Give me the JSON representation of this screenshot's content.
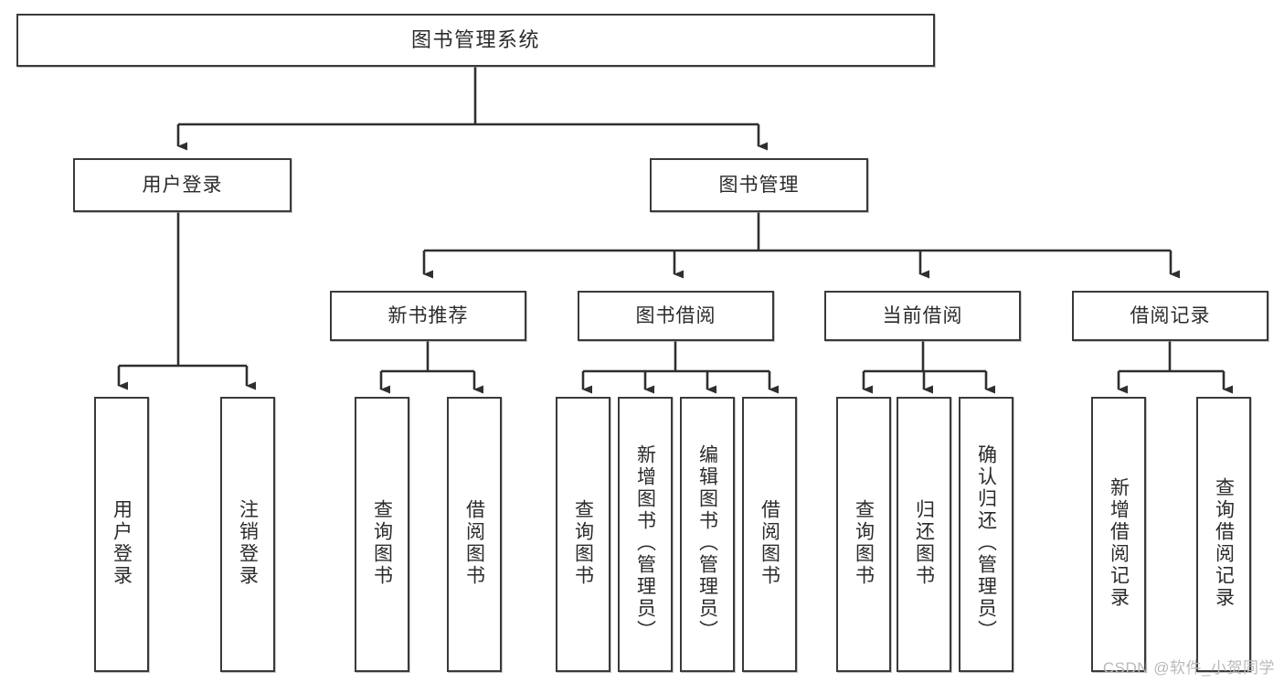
{
  "diagram": {
    "type": "tree-hierarchy-chart",
    "title": "图书管理系统",
    "watermark": "CSDN @软件_小贺同学",
    "colors": {
      "box_border": "#3a3a3a",
      "box_fill": "#ffffff",
      "edge": "#2f2f2f",
      "text": "#2b2b2b",
      "watermark": "#b9b9b9",
      "background": "#ffffff"
    },
    "nodes": {
      "root": {
        "label": "图书管理系统"
      },
      "level1": [
        {
          "id": "user-login",
          "label": "用户登录"
        },
        {
          "id": "book-management",
          "label": "图书管理"
        }
      ],
      "level2": [
        {
          "id": "new-book-recommend",
          "label": "新书推荐"
        },
        {
          "id": "book-borrow",
          "label": "图书借阅"
        },
        {
          "id": "current-borrow",
          "label": "当前借阅"
        },
        {
          "id": "borrow-record",
          "label": "借阅记录"
        }
      ],
      "leaves": [
        {
          "id": "leaf-user-login",
          "parent": "user-login",
          "label": "用户登录"
        },
        {
          "id": "leaf-logout-login",
          "parent": "user-login",
          "label": "注销登录"
        },
        {
          "id": "leaf-query-book-1",
          "parent": "new-book-recommend",
          "label": "查询图书"
        },
        {
          "id": "leaf-borrow-book-1",
          "parent": "new-book-recommend",
          "label": "借阅图书"
        },
        {
          "id": "leaf-query-book-2",
          "parent": "book-borrow",
          "label": "查询图书"
        },
        {
          "id": "leaf-add-book",
          "parent": "book-borrow",
          "label": "新增图书（管理员）"
        },
        {
          "id": "leaf-edit-book",
          "parent": "book-borrow",
          "label": "编辑图书（管理员）"
        },
        {
          "id": "leaf-borrow-book-2",
          "parent": "book-borrow",
          "label": "借阅图书"
        },
        {
          "id": "leaf-query-book-3",
          "parent": "current-borrow",
          "label": "查询图书"
        },
        {
          "id": "leaf-return-book",
          "parent": "current-borrow",
          "label": "归还图书"
        },
        {
          "id": "leaf-confirm-return",
          "parent": "current-borrow",
          "label": "确认归还（管理员）"
        },
        {
          "id": "leaf-add-record",
          "parent": "borrow-record",
          "label": "新增借阅记录"
        },
        {
          "id": "leaf-query-record",
          "parent": "borrow-record",
          "label": "查询借阅记录"
        }
      ]
    }
  }
}
